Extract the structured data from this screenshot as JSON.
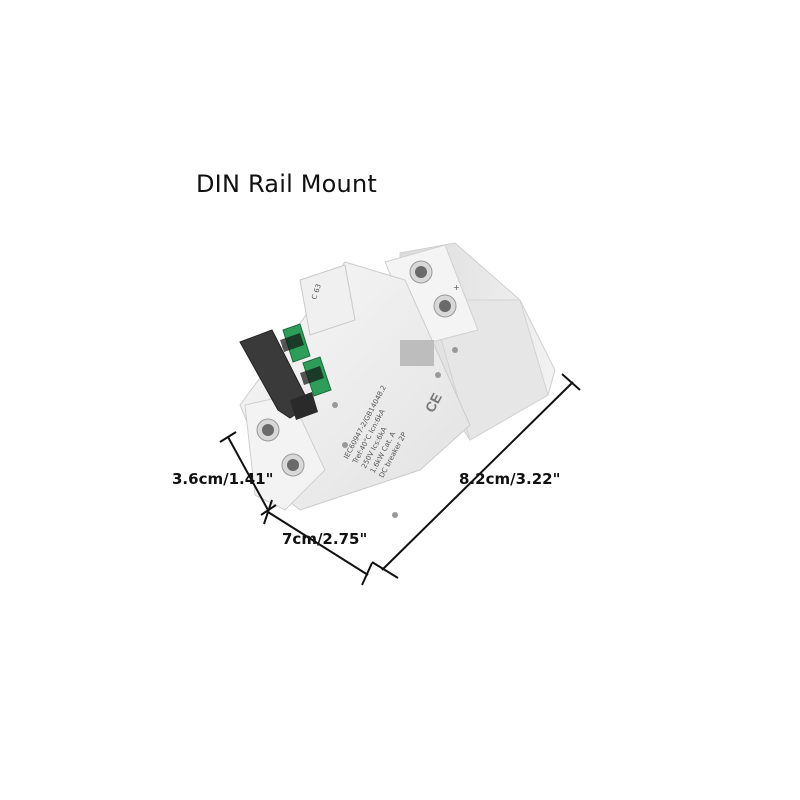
{
  "title": "DIN Rail Mount",
  "dimensions": {
    "height": "3.6cm/1.41\"",
    "width": "8.2cm/3.22\"",
    "depth": "7cm/2.75\""
  },
  "product": {
    "icon": "circuit-breaker-2p",
    "ce_mark": "CE"
  },
  "colors": {
    "body": "#efefef",
    "handle": "#3a3a3a",
    "indicator": "#2e9d5a",
    "lines": "#111111"
  }
}
